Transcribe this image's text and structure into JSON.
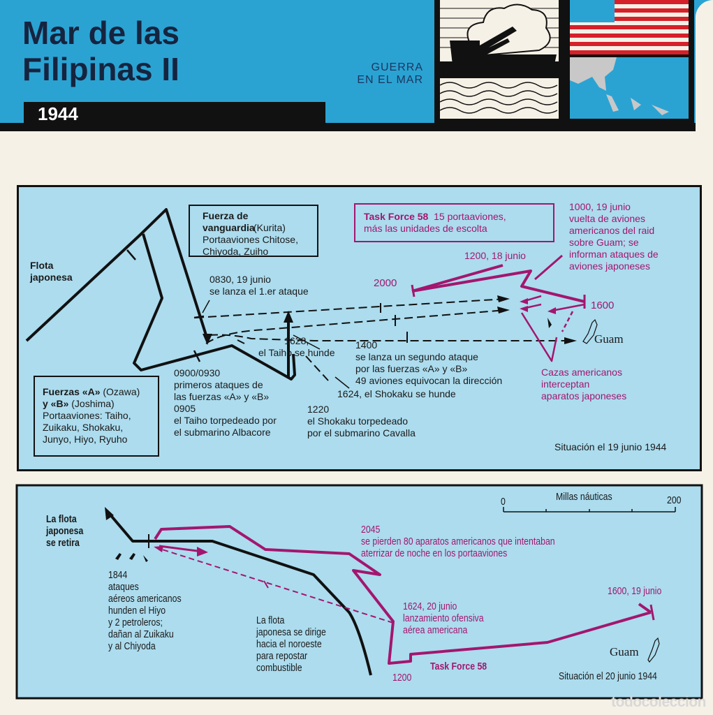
{
  "header": {
    "title_line1": "Mar de las",
    "title_line2": "Filipinas II",
    "year": "1944",
    "category_line1": "GUERRA",
    "category_line2": "EN EL MAR",
    "icons": [
      "warship-icon",
      "us-flag-icon",
      "asia-pacific-map-icon"
    ]
  },
  "map1": {
    "japanese_fleet": "Flota japonesa",
    "vanguard_title": "Fuerza de vanguardia",
    "vanguard_commander": "(Kurita)",
    "vanguard_carriers": "Portaaviones Chitose,",
    "vanguard_carriers2": "Chiyoda, Zuiho",
    "forces_ab_title1": "Fuerzas «A»",
    "forces_ab_cmd1": "(Ozawa)",
    "forces_ab_title2": "y «B»",
    "forces_ab_cmd2": "(Joshima)",
    "forces_ab_carriers": [
      "Portaaviones: Taiho,",
      "Zuikaku, Shokaku,",
      "Junyo, Hiyo, Ryuho"
    ],
    "first_attack": [
      "0830, 19 junio",
      "se lanza el 1.er ataque"
    ],
    "taiho_sinks": [
      "1628,",
      "el Taiho se hunde"
    ],
    "first_attacks_ab": [
      "0900/0930",
      "primeros ataques de",
      "las fuerzas «A» y «B»",
      "0905",
      "el Taiho torpedeado por",
      "el submarino Albacore"
    ],
    "shokaku_torpedoed": [
      "1220",
      "el Shokaku torpedeado",
      "por el submarino Cavalla"
    ],
    "second_attack": [
      "1400",
      "se lanza un segundo ataque",
      "por las fuerzas «A» y «B»",
      "49 aviones equivocan la dirección"
    ],
    "shokaku_sinks": "1624, el Shokaku se hunde",
    "tf58_title": "Task Force 58",
    "tf58_desc1": "15 portaaviones,",
    "tf58_desc2": "más las unidades de escolta",
    "time_2000": "2000",
    "time_1200": "1200, 18 junio",
    "time_1600": "1600",
    "guam_raid": [
      "1000, 19 junio",
      "vuelta de aviones",
      "americanos del raid",
      "sobre Guam; se",
      "informan ataques de",
      "aviones japoneses"
    ],
    "guam": "Guam",
    "interceptors": [
      "Cazas americanos",
      "interceptan",
      "aparatos japoneses"
    ],
    "situation": "Situación el 19 junio 1944"
  },
  "map2": {
    "retreat": [
      "La flota",
      "japonesa",
      "se retira"
    ],
    "scale_title": "Millas náuticas",
    "scale_min": "0",
    "scale_max": "200",
    "loss": [
      "2045",
      "se pierden 80 aparatos americanos que intentaban",
      "aterrizar de noche en los portaaviones"
    ],
    "attacks_1844": [
      "1844",
      "ataques",
      "aéreos americanos",
      "hunden el Hiyo",
      "y 2 petroleros;",
      "dañan al Zuikaku",
      "y al Chiyoda"
    ],
    "fleet_heads": [
      "La flota",
      "japonesa se dirige",
      "hacia el noroeste",
      "para repostar",
      "combustible"
    ],
    "launch": [
      "1624, 20 junio",
      "lanzamiento ofensiva",
      "aérea americana"
    ],
    "time_1600": "1600, 19 junio",
    "guam": "Guam",
    "tf58": "Task Force 58",
    "time_1200": "1200",
    "situation": "Situación el 20 junio 1944"
  },
  "watermark": "todocoleccion",
  "colors": {
    "header_blue": "#2aa3d3",
    "map_blue": "#acdcee",
    "us_route": "#a3166f",
    "japanese_route": "#111111"
  }
}
